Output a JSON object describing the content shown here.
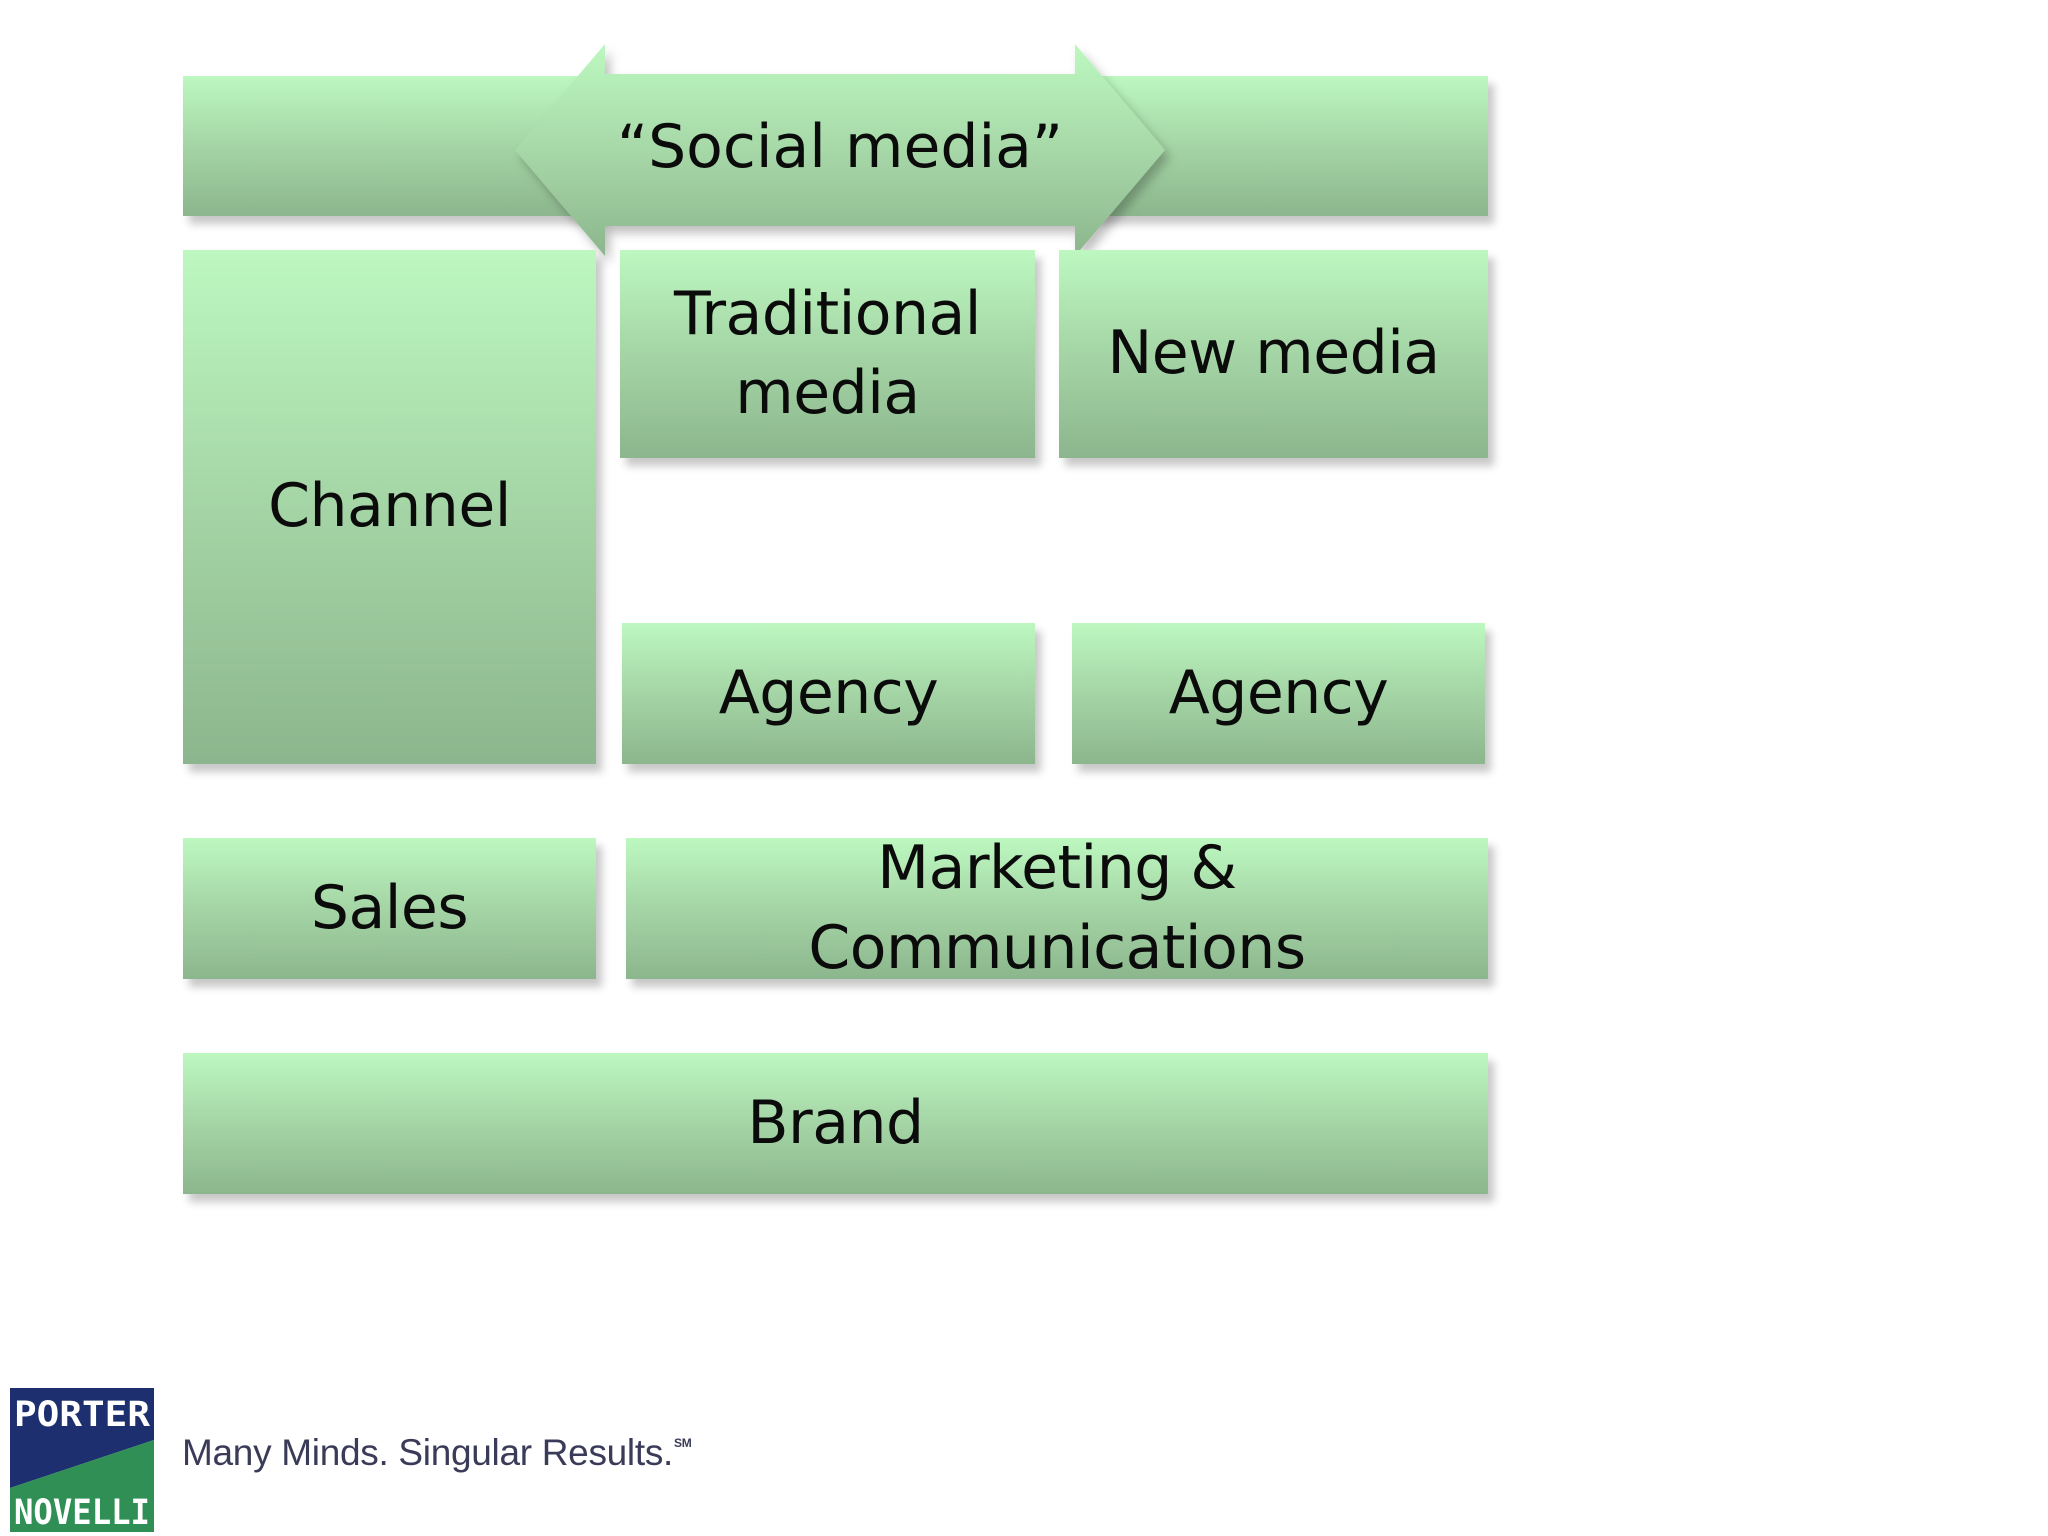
{
  "diagram": {
    "arrow_label": "“Social media”",
    "channel": "Channel",
    "traditional_media_line1": "Traditional",
    "traditional_media_line2": "media",
    "new_media": "New media",
    "agency_left": "Agency",
    "agency_right": "Agency",
    "sales": "Sales",
    "marketing": "Marketing & Communications",
    "brand": "Brand"
  },
  "footer": {
    "logo_top": "PORTER",
    "logo_bottom": "NOVELLI",
    "tagline": "Many Minds. Singular Results.",
    "tagline_mark": "SM"
  },
  "colors": {
    "box_light": "#bdf8c0",
    "box_dark": "#8cb68d",
    "logo_blue": "#1d2f6e",
    "logo_green": "#2f8f54",
    "tagline": "#3a3b58"
  }
}
